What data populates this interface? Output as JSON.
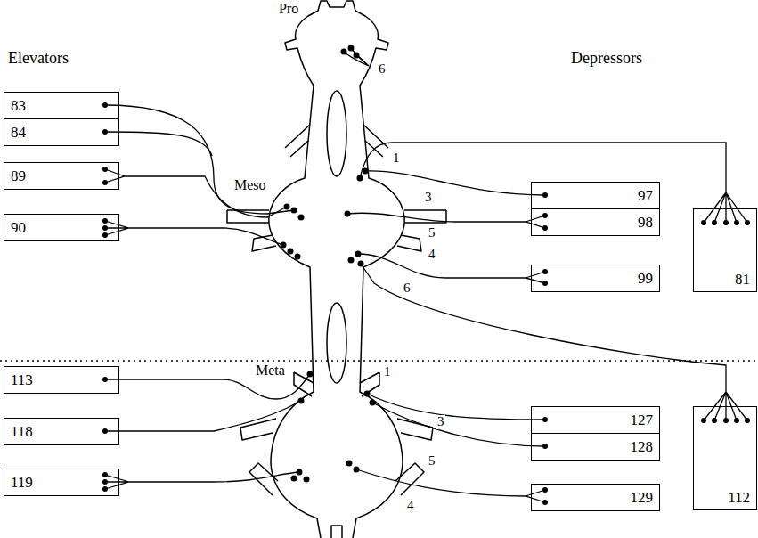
{
  "diagram": {
    "nodes": [
      {
        "text": [
          "83"
        ]
      },
      {
        "text": [
          "84"
        ]
      },
      {
        "text": [
          "89"
        ]
      },
      {
        "text": [
          "90"
        ]
      },
      {
        "text": [
          "113"
        ]
      },
      {
        "text": [
          "118"
        ]
      },
      {
        "text": [
          "119"
        ]
      },
      {
        "text": [
          "97"
        ]
      },
      {
        "text": [
          "98"
        ]
      },
      {
        "text": [
          "99"
        ]
      },
      {
        "text": [
          "81"
        ]
      },
      {
        "text": [
          "127"
        ]
      },
      {
        "text": [
          "128"
        ]
      },
      {
        "text": [
          "129"
        ]
      },
      {
        "text": [
          "112"
        ]
      }
    ],
    "labels": [
      "Elevators",
      "Depressors",
      "Pro",
      "Meso",
      "Meta",
      "6",
      "1",
      "3",
      "5",
      "4",
      "6",
      "1",
      "3",
      "5",
      "4"
    ]
  }
}
